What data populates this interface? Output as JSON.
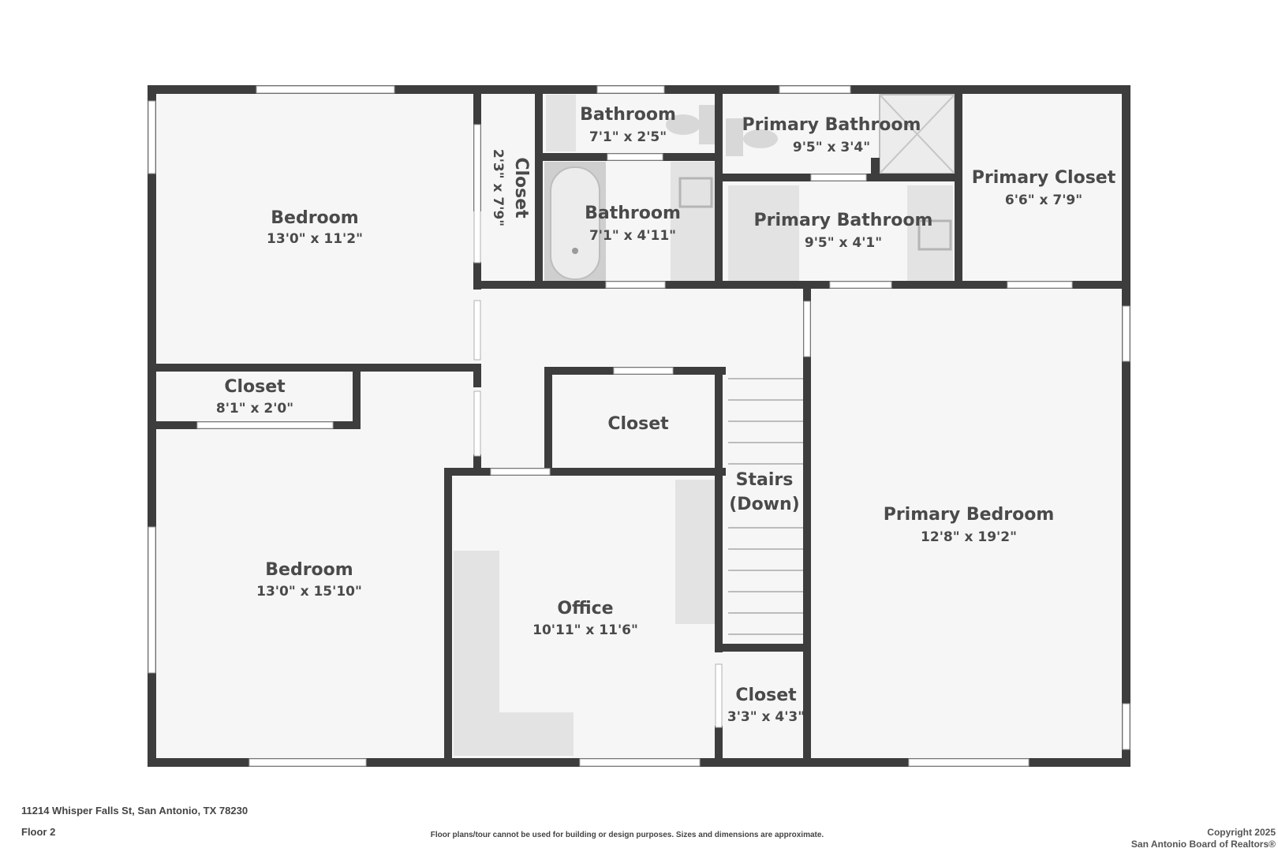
{
  "rooms": {
    "bedroom_1": {
      "name": "Bedroom",
      "dim": "13'0\" x 11'2\""
    },
    "closet_vertical": {
      "name": "Closet",
      "dim": "2'3\" x 7'9\""
    },
    "bathroom_small": {
      "name": "Bathroom",
      "dim": "7'1\" x 2'5\""
    },
    "bathroom_main": {
      "name": "Bathroom",
      "dim": "7'1\" x 4'11\""
    },
    "primary_bath_top": {
      "name": "Primary Bathroom",
      "dim": "9'5\" x 3'4\""
    },
    "primary_bath_bottom": {
      "name": "Primary Bathroom",
      "dim": "9'5\" x 4'1\""
    },
    "primary_closet": {
      "name": "Primary Closet",
      "dim": "6'6\" x 7'9\""
    },
    "closet_small": {
      "name": "Closet",
      "dim": "8'1\" x 2'0\""
    },
    "closet_hall": {
      "name": "Closet"
    },
    "stairs": {
      "name_line1": "Stairs",
      "name_line2": "(Down)"
    },
    "primary_bedroom": {
      "name": "Primary Bedroom",
      "dim": "12'8\" x 19'2\""
    },
    "bedroom_2": {
      "name": "Bedroom",
      "dim": "13'0\" x 15'10\""
    },
    "office": {
      "name": "Office",
      "dim": "10'11\" x 11'6\""
    },
    "closet_stairs": {
      "name": "Closet",
      "dim": "3'3\" x 4'3\""
    }
  },
  "footer": {
    "address": "11214 Whisper Falls St, San Antonio, TX 78230",
    "floor": "Floor 2",
    "disclaimer": "Floor plans/tour cannot be used for building or design purposes. Sizes and dimensions are approximate.",
    "copyright_line1": "Copyright 2025",
    "copyright_line2": "San Antonio Board of Realtors®"
  },
  "colors": {
    "wall": "#3d3d3d",
    "floor": "#f6f6f6",
    "fixture": "#e3e3e3",
    "text": "#4a4a4a"
  }
}
